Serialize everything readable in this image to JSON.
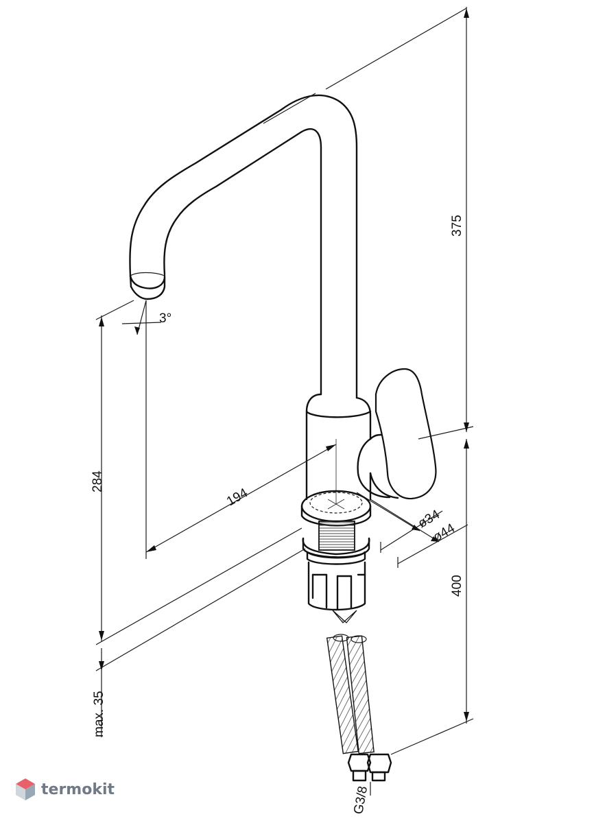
{
  "dimensions": {
    "total_height": "375",
    "spout_height": "284",
    "spout_reach": "194",
    "angle": "3°",
    "diameter_inner": "ø34",
    "diameter_outer": "ø44",
    "hose_length": "400",
    "max_thickness": "max. 35",
    "thread": "G3/8"
  },
  "watermark": {
    "text": "termokit",
    "icon": "cube-logo-icon",
    "colors": {
      "top": "#e8606a",
      "left": "#d0d6dd",
      "right": "#9aa8b6"
    }
  }
}
